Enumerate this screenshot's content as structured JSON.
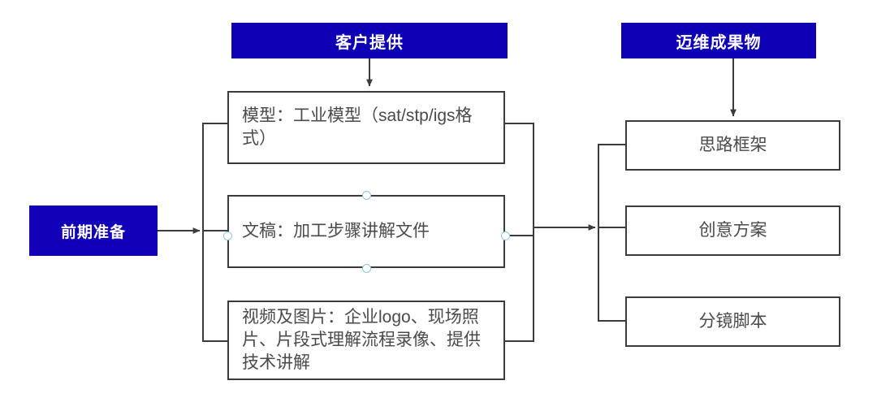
{
  "diagram": {
    "title_nodes": [
      {
        "id": "client-provides",
        "label": "客户提供",
        "color": "#0D00B5"
      },
      {
        "id": "maiwei-deliverables",
        "label": "迈维成果物",
        "color": "#0D00B5"
      }
    ],
    "start_node": {
      "id": "preparation",
      "label": "前期准备",
      "color": "#1200B8"
    },
    "client_inputs": [
      {
        "id": "model",
        "label": "模型：工业模型（sat/stp/igs格式）"
      },
      {
        "id": "document",
        "label": "文稿：加工步骤讲解文件",
        "selected": true
      },
      {
        "id": "video-photo",
        "label": "视频及图片：企业logo、现场照片、片段式理解流程录像、提供技术讲解"
      }
    ],
    "deliverables": [
      {
        "id": "framework",
        "label": "思路框架"
      },
      {
        "id": "creative-plan",
        "label": "创意方案"
      },
      {
        "id": "storyboard",
        "label": "分镜脚本"
      }
    ],
    "connector_color": "#3b3b3b",
    "selection_handle_color": "#8fc8dd",
    "selected_node_handles": 4
  }
}
